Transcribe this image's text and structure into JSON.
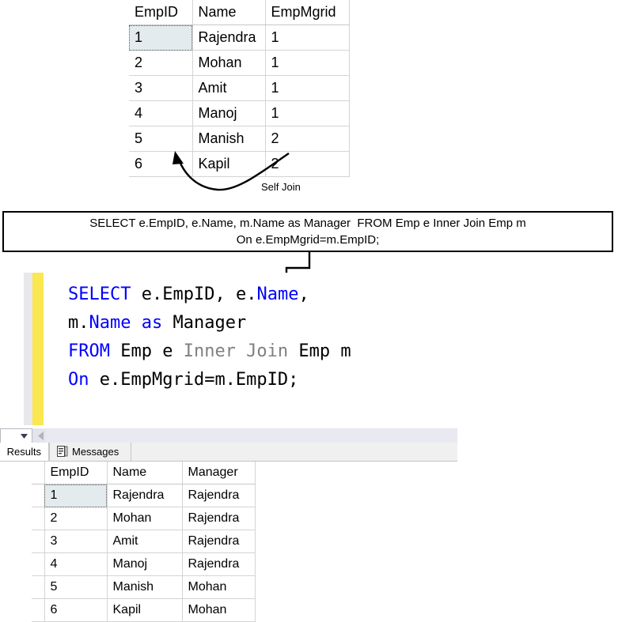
{
  "top_table": {
    "name": "emp-source-table",
    "columns": [
      "EmpID",
      "Name",
      "EmpMgrid"
    ],
    "rows": [
      [
        "1",
        "Rajendra",
        "1"
      ],
      [
        "2",
        "Mohan",
        "1"
      ],
      [
        "3",
        "Amit",
        "1"
      ],
      [
        "4",
        "Manoj",
        "1"
      ],
      [
        "5",
        "Manish",
        "2"
      ],
      [
        "6",
        "Kapil",
        "2"
      ]
    ],
    "selected_cell": {
      "row": 0,
      "col": 0,
      "value": "1"
    }
  },
  "annotation": {
    "self_join_label": "Self Join"
  },
  "query_box": {
    "line1": "SELECT e.EmpID, e.Name, m.Name as Manager  FROM Emp e Inner Join Emp m",
    "line2": "On e.EmpMgrid=m.EmpID;"
  },
  "editor": {
    "lines": [
      [
        {
          "t": "SELECT",
          "c": "keyword"
        },
        {
          "t": " e.",
          "c": "plain"
        },
        {
          "t": "EmpID",
          "c": "plain"
        },
        {
          "t": ", e.",
          "c": "plain"
        },
        {
          "t": "Name",
          "c": "keyword"
        },
        {
          "t": ",",
          "c": "plain"
        }
      ],
      [
        {
          "t": "m.",
          "c": "plain"
        },
        {
          "t": "Name",
          "c": "keyword"
        },
        {
          "t": " ",
          "c": "plain"
        },
        {
          "t": "as",
          "c": "keyword"
        },
        {
          "t": " Manager",
          "c": "plain"
        }
      ],
      [
        {
          "t": "FROM",
          "c": "keyword"
        },
        {
          "t": " Emp e ",
          "c": "plain"
        },
        {
          "t": "Inner Join",
          "c": "gray"
        },
        {
          "t": " Emp m",
          "c": "plain"
        }
      ],
      [
        {
          "t": "On",
          "c": "keyword"
        },
        {
          "t": " e.EmpMgrid=m.EmpID;",
          "c": "plain"
        }
      ]
    ],
    "line_text": [
      "SELECT e.EmpID, e.Name,",
      "m.Name as Manager",
      "FROM Emp e Inner Join Emp m",
      "On e.EmpMgrid=m.EmpID;"
    ],
    "colors": {
      "keyword": "#0000ff",
      "gray": "#808080",
      "plain": "#000000",
      "unsaved_marker": "#fbe74f",
      "gutter": "#e8e8ea"
    }
  },
  "tabs": [
    {
      "label": "Results",
      "icon": "grid-icon",
      "active": true
    },
    {
      "label": "Messages",
      "icon": "messages-icon",
      "active": false
    }
  ],
  "results_table": {
    "name": "query-results-grid",
    "columns": [
      "",
      "EmpID",
      "Name",
      "Manager"
    ],
    "rows": [
      [
        "",
        "1",
        "Rajendra",
        "Rajendra"
      ],
      [
        "",
        "2",
        "Mohan",
        "Rajendra"
      ],
      [
        "",
        "3",
        "Amit",
        "Rajendra"
      ],
      [
        "",
        "4",
        "Manoj",
        "Rajendra"
      ],
      [
        "",
        "5",
        "Manish",
        "Mohan"
      ],
      [
        "",
        "6",
        "Kapil",
        "Mohan"
      ]
    ],
    "selected_cell": {
      "row": 0,
      "col": 1,
      "value": "1"
    }
  }
}
